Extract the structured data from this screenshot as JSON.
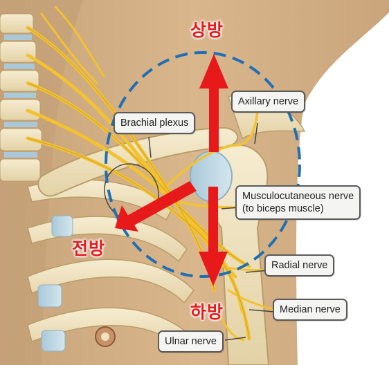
{
  "labels": {
    "axillary": "Axillary nerve",
    "brachial": "Brachial plexus",
    "musculo_line1": "Musculocutaneous nerve",
    "musculo_line2": "(to biceps muscle)",
    "radial": "Radial nerve",
    "median": "Median nerve",
    "ulnar": "Ulnar nerve"
  },
  "directions": {
    "superior": "상방",
    "anterior": "전방",
    "inferior": "하방"
  },
  "colors": {
    "arrow": "#e8191b",
    "dashed_circle": "#1f6fb5",
    "nerve": "#f2c230",
    "bone": "#efe3bf",
    "skin": "#d9b48a",
    "callout_fill": "#f4f4f2",
    "callout_border": "#5a5a5a"
  }
}
